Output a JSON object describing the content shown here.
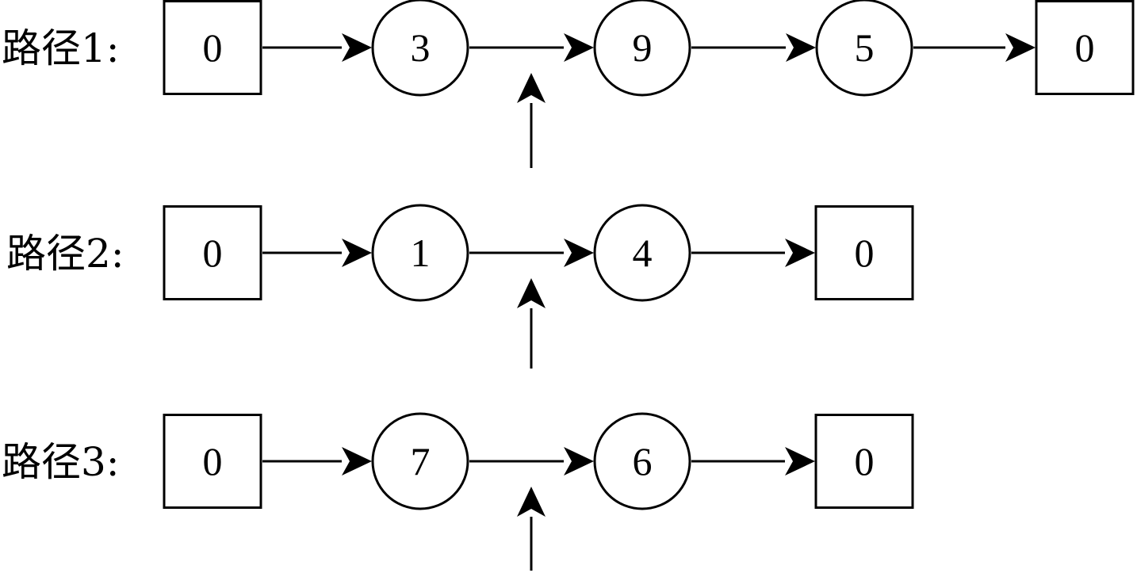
{
  "paths": [
    {
      "label": "路径1:",
      "nodes": [
        {
          "value": "0",
          "shape": "square"
        },
        {
          "value": "3",
          "shape": "circle"
        },
        {
          "value": "9",
          "shape": "circle"
        },
        {
          "value": "5",
          "shape": "circle"
        },
        {
          "value": "0",
          "shape": "square"
        }
      ],
      "insertion_between": [
        1,
        2
      ]
    },
    {
      "label": "路径2:",
      "nodes": [
        {
          "value": "0",
          "shape": "square"
        },
        {
          "value": "1",
          "shape": "circle"
        },
        {
          "value": "4",
          "shape": "circle"
        },
        {
          "value": "0",
          "shape": "square"
        }
      ],
      "insertion_between": [
        1,
        2
      ]
    },
    {
      "label": "路径3:",
      "nodes": [
        {
          "value": "0",
          "shape": "square"
        },
        {
          "value": "7",
          "shape": "circle"
        },
        {
          "value": "6",
          "shape": "circle"
        },
        {
          "value": "0",
          "shape": "square"
        }
      ],
      "insertion_between": [
        1,
        2
      ]
    }
  ],
  "colors": {
    "stroke": "#000000",
    "fill": "#ffffff",
    "background": "#ffffff"
  }
}
